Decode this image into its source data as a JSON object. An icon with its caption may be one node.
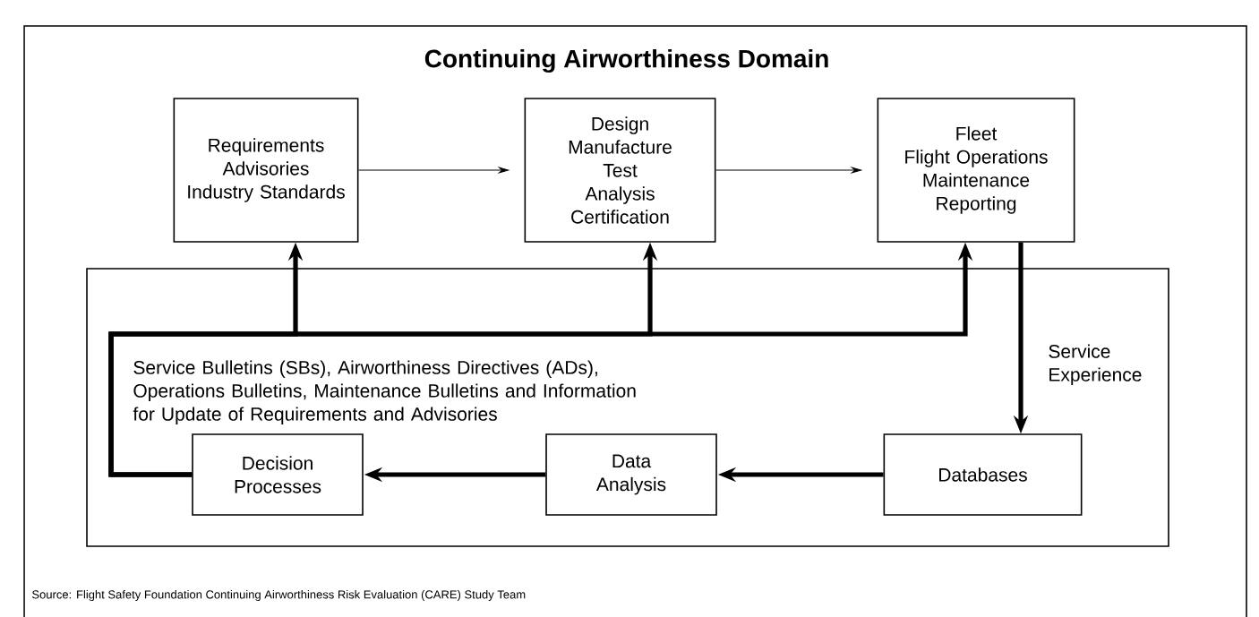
{
  "diagram": {
    "title": "Continuing Airworthiness Domain",
    "caption": "Source: Flight Safety Foundation Continuing Airworthiness Risk Evaluation (CARE) Study Team",
    "nodes": [
      {
        "text": [
          "Requirements",
          "Advisories",
          "Industry Standards"
        ]
      },
      {
        "text": [
          "Design",
          "Manufacture",
          "Test",
          "Analysis",
          "Certification"
        ]
      },
      {
        "text": [
          "Fleet",
          "Flight Operations",
          "Maintenance",
          "Reporting"
        ]
      },
      {
        "text": [
          "Service Bulletins (SBs), Airworthiness Directives (ADs), Operations Bulletins, Maintenance Bulletins and Information for Update of Requirements and Advisories"
        ]
      },
      {
        "text": [
          "Decision Processes"
        ],
        "in": 3
      },
      {
        "text": [
          "Data Analysis"
        ],
        "in": 3
      },
      {
        "text": [
          "Databases"
        ],
        "in": 3
      }
    ],
    "edges": [
      {
        "from": 0,
        "to": 1,
        "arrow": "to"
      },
      {
        "from": 1,
        "to": 2,
        "arrow": "to"
      },
      {
        "from": 2,
        "to": 6,
        "arrow": "to",
        "label": "Service Experience"
      },
      {
        "from": 6,
        "to": 5,
        "arrow": "to"
      },
      {
        "from": 5,
        "to": 4,
        "arrow": "to"
      },
      {
        "from": 4,
        "to": 0,
        "arrow": "to"
      },
      {
        "from": 4,
        "to": 1,
        "arrow": "to"
      },
      {
        "from": 4,
        "to": 2,
        "arrow": "to"
      }
    ]
  }
}
